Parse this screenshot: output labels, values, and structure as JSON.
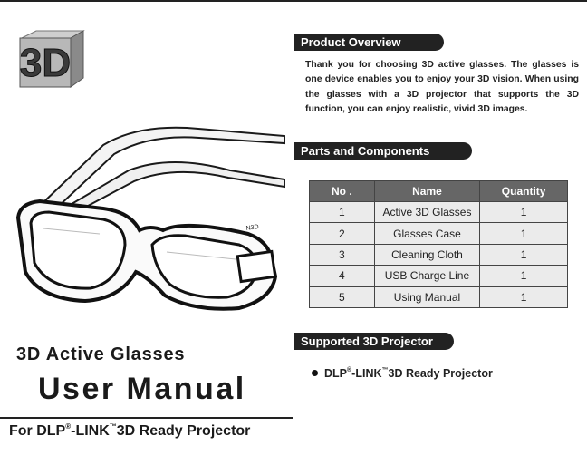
{
  "logo": {
    "text": "3D"
  },
  "left": {
    "subtitle": "3D Active Glasses",
    "title": "User Manual",
    "footer": {
      "prefix": "For DLP",
      "reg": "®",
      "link": "-LINK",
      "tm": "™",
      "suffix": "3D Ready Projector"
    },
    "glasses_label": "N3D"
  },
  "overview": {
    "heading": "Product Overview",
    "text": "Thank you for choosing 3D active glasses. The glasses is one device enables you to enjoy your 3D vision. When using the glasses with a 3D projector that supports the 3D function, you can enjoy realistic, vivid 3D images."
  },
  "parts": {
    "heading": "Parts and Components",
    "columns": [
      "No .",
      "Name",
      "Quantity"
    ],
    "rows": [
      {
        "no": "1",
        "name": "Active 3D Glasses",
        "qty": "1"
      },
      {
        "no": "2",
        "name": "Glasses Case",
        "qty": "1"
      },
      {
        "no": "3",
        "name": "Cleaning Cloth",
        "qty": "1"
      },
      {
        "no": "4",
        "name": "USB Charge Line",
        "qty": "1"
      },
      {
        "no": "5",
        "name": "Using Manual",
        "qty": "1"
      }
    ]
  },
  "supported": {
    "heading": "Supported 3D Projector",
    "item": {
      "prefix": "DLP",
      "reg": "®",
      "link": "-LINK",
      "tm": "™",
      "suffix": "3D Ready Projector"
    }
  }
}
